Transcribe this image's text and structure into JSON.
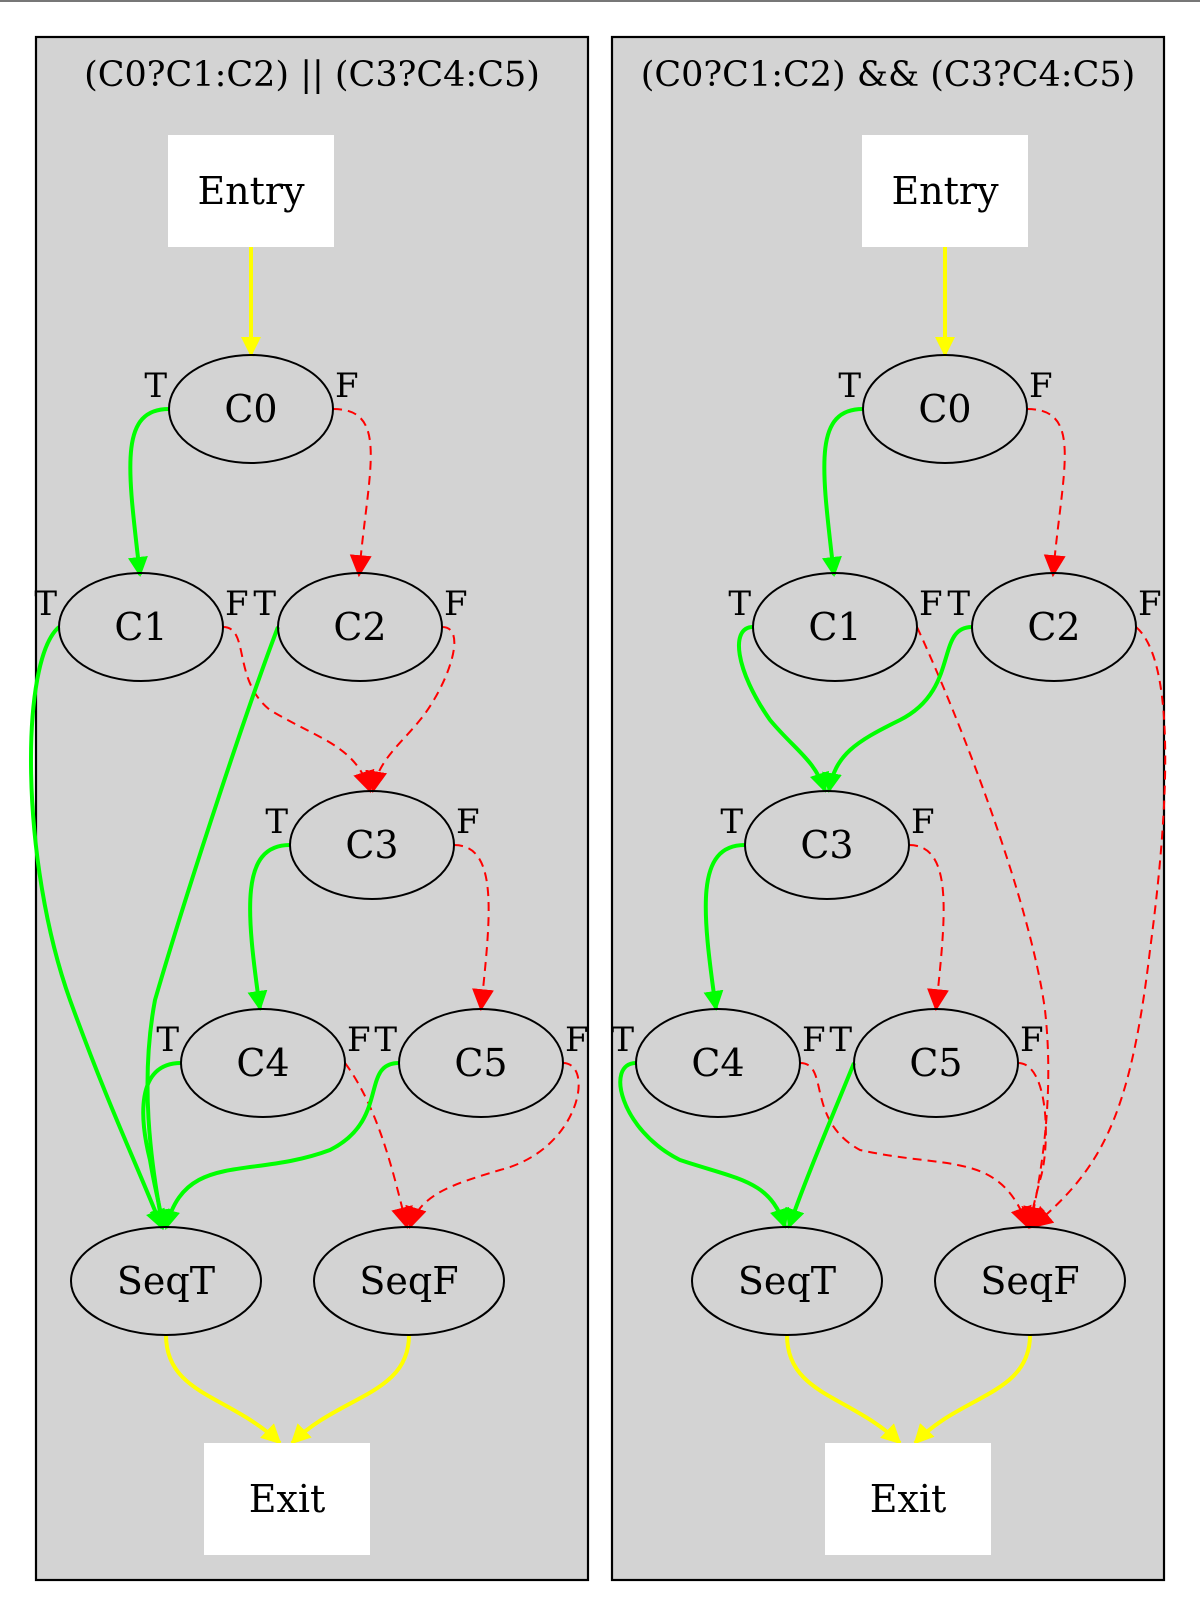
{
  "colors": {
    "true_edge": "#00ff00",
    "false_edge": "#ff0000",
    "flow_edge": "#ffff00",
    "panel_fill": "#d3d3d3",
    "box_fill": "#ffffff"
  },
  "port_labels": {
    "true": "T",
    "false": "F"
  },
  "panels": [
    {
      "id": "or",
      "title": "(C0?C1:C2) || (C3?C4:C5)",
      "nodes": [
        {
          "id": "entry",
          "label": "Entry",
          "shape": "box"
        },
        {
          "id": "c0",
          "label": "C0",
          "shape": "ellipse"
        },
        {
          "id": "c1",
          "label": "C1",
          "shape": "ellipse"
        },
        {
          "id": "c2",
          "label": "C2",
          "shape": "ellipse"
        },
        {
          "id": "c3",
          "label": "C3",
          "shape": "ellipse"
        },
        {
          "id": "c4",
          "label": "C4",
          "shape": "ellipse"
        },
        {
          "id": "c5",
          "label": "C5",
          "shape": "ellipse"
        },
        {
          "id": "seqt",
          "label": "SeqT",
          "shape": "ellipse"
        },
        {
          "id": "seqf",
          "label": "SeqF",
          "shape": "ellipse"
        },
        {
          "id": "exit",
          "label": "Exit",
          "shape": "box"
        }
      ],
      "edges": [
        {
          "from": "entry",
          "to": "c0",
          "kind": "flow"
        },
        {
          "from": "c0",
          "to": "c1",
          "kind": "true"
        },
        {
          "from": "c0",
          "to": "c2",
          "kind": "false"
        },
        {
          "from": "c1",
          "to": "seqt",
          "kind": "true"
        },
        {
          "from": "c1",
          "to": "c3",
          "kind": "false"
        },
        {
          "from": "c2",
          "to": "seqt",
          "kind": "true"
        },
        {
          "from": "c2",
          "to": "c3",
          "kind": "false"
        },
        {
          "from": "c3",
          "to": "c4",
          "kind": "true"
        },
        {
          "from": "c3",
          "to": "c5",
          "kind": "false"
        },
        {
          "from": "c4",
          "to": "seqt",
          "kind": "true"
        },
        {
          "from": "c4",
          "to": "seqf",
          "kind": "false"
        },
        {
          "from": "c5",
          "to": "seqt",
          "kind": "true"
        },
        {
          "from": "c5",
          "to": "seqf",
          "kind": "false"
        },
        {
          "from": "seqt",
          "to": "exit",
          "kind": "flow"
        },
        {
          "from": "seqf",
          "to": "exit",
          "kind": "flow"
        }
      ]
    },
    {
      "id": "and",
      "title": "(C0?C1:C2) && (C3?C4:C5)",
      "nodes": [
        {
          "id": "entry",
          "label": "Entry",
          "shape": "box"
        },
        {
          "id": "c0",
          "label": "C0",
          "shape": "ellipse"
        },
        {
          "id": "c1",
          "label": "C1",
          "shape": "ellipse"
        },
        {
          "id": "c2",
          "label": "C2",
          "shape": "ellipse"
        },
        {
          "id": "c3",
          "label": "C3",
          "shape": "ellipse"
        },
        {
          "id": "c4",
          "label": "C4",
          "shape": "ellipse"
        },
        {
          "id": "c5",
          "label": "C5",
          "shape": "ellipse"
        },
        {
          "id": "seqt",
          "label": "SeqT",
          "shape": "ellipse"
        },
        {
          "id": "seqf",
          "label": "SeqF",
          "shape": "ellipse"
        },
        {
          "id": "exit",
          "label": "Exit",
          "shape": "box"
        }
      ],
      "edges": [
        {
          "from": "entry",
          "to": "c0",
          "kind": "flow"
        },
        {
          "from": "c0",
          "to": "c1",
          "kind": "true"
        },
        {
          "from": "c0",
          "to": "c2",
          "kind": "false"
        },
        {
          "from": "c1",
          "to": "c3",
          "kind": "true"
        },
        {
          "from": "c1",
          "to": "seqf",
          "kind": "false"
        },
        {
          "from": "c2",
          "to": "c3",
          "kind": "true"
        },
        {
          "from": "c2",
          "to": "seqf",
          "kind": "false"
        },
        {
          "from": "c3",
          "to": "c4",
          "kind": "true"
        },
        {
          "from": "c3",
          "to": "c5",
          "kind": "false"
        },
        {
          "from": "c4",
          "to": "seqt",
          "kind": "true"
        },
        {
          "from": "c4",
          "to": "seqf",
          "kind": "false"
        },
        {
          "from": "c5",
          "to": "seqt",
          "kind": "true"
        },
        {
          "from": "c5",
          "to": "seqf",
          "kind": "false"
        },
        {
          "from": "seqt",
          "to": "exit",
          "kind": "flow"
        },
        {
          "from": "seqf",
          "to": "exit",
          "kind": "flow"
        }
      ]
    }
  ]
}
